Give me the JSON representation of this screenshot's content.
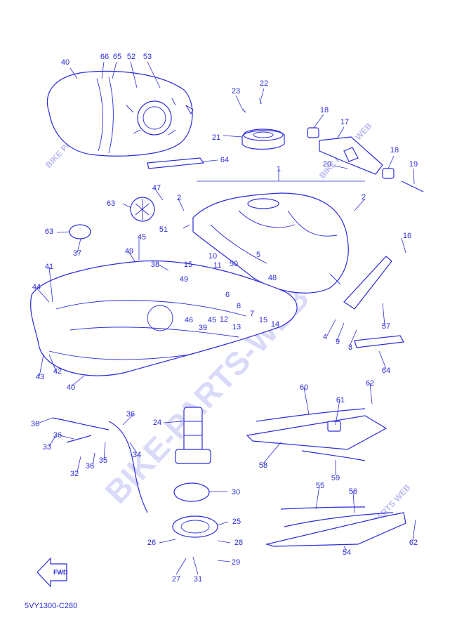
{
  "diagram_code": "5VY1300-C280",
  "fwd_label": "FWD",
  "watermark_main": "BIKE-PARTS-WEB",
  "watermark_small": "BIKE PARTS WEB",
  "callouts": [
    {
      "id": "c1",
      "text": "1"
    },
    {
      "id": "c2a",
      "text": "2"
    },
    {
      "id": "c2b",
      "text": "2"
    },
    {
      "id": "c3",
      "text": "3"
    },
    {
      "id": "c4",
      "text": "4"
    },
    {
      "id": "c5",
      "text": "5"
    },
    {
      "id": "c6",
      "text": "6"
    },
    {
      "id": "c7",
      "text": "7"
    },
    {
      "id": "c8",
      "text": "8"
    },
    {
      "id": "c9",
      "text": "9"
    },
    {
      "id": "c10",
      "text": "10"
    },
    {
      "id": "c11",
      "text": "11"
    },
    {
      "id": "c12",
      "text": "12"
    },
    {
      "id": "c13",
      "text": "13"
    },
    {
      "id": "c14",
      "text": "14"
    },
    {
      "id": "c15a",
      "text": "15"
    },
    {
      "id": "c15b",
      "text": "15"
    },
    {
      "id": "c16",
      "text": "16"
    },
    {
      "id": "c17",
      "text": "17"
    },
    {
      "id": "c18a",
      "text": "18"
    },
    {
      "id": "c18b",
      "text": "18"
    },
    {
      "id": "c19",
      "text": "19"
    },
    {
      "id": "c20",
      "text": "20"
    },
    {
      "id": "c21",
      "text": "21"
    },
    {
      "id": "c22",
      "text": "22"
    },
    {
      "id": "c23",
      "text": "23"
    },
    {
      "id": "c24",
      "text": "24"
    },
    {
      "id": "c25",
      "text": "25"
    },
    {
      "id": "c26",
      "text": "26"
    },
    {
      "id": "c27",
      "text": "27"
    },
    {
      "id": "c28",
      "text": "28"
    },
    {
      "id": "c29",
      "text": "29"
    },
    {
      "id": "c30",
      "text": "30"
    },
    {
      "id": "c31",
      "text": "31"
    },
    {
      "id": "c32",
      "text": "32"
    },
    {
      "id": "c33",
      "text": "33"
    },
    {
      "id": "c34",
      "text": "34"
    },
    {
      "id": "c35",
      "text": "35"
    },
    {
      "id": "c36a",
      "text": "36"
    },
    {
      "id": "c36b",
      "text": "36"
    },
    {
      "id": "c36c",
      "text": "36"
    },
    {
      "id": "c36d",
      "text": "36"
    },
    {
      "id": "c37",
      "text": "37"
    },
    {
      "id": "c38",
      "text": "38"
    },
    {
      "id": "c39",
      "text": "39"
    },
    {
      "id": "c40a",
      "text": "40"
    },
    {
      "id": "c40b",
      "text": "40"
    },
    {
      "id": "c41",
      "text": "41"
    },
    {
      "id": "c42",
      "text": "42"
    },
    {
      "id": "c43",
      "text": "43"
    },
    {
      "id": "c44",
      "text": "44"
    },
    {
      "id": "c45a",
      "text": "45"
    },
    {
      "id": "c45b",
      "text": "45"
    },
    {
      "id": "c46",
      "text": "46"
    },
    {
      "id": "c47",
      "text": "47"
    },
    {
      "id": "c48",
      "text": "48"
    },
    {
      "id": "c49a",
      "text": "49"
    },
    {
      "id": "c49b",
      "text": "49"
    },
    {
      "id": "c50",
      "text": "50"
    },
    {
      "id": "c51",
      "text": "51"
    },
    {
      "id": "c52",
      "text": "52"
    },
    {
      "id": "c53",
      "text": "53"
    },
    {
      "id": "c54",
      "text": "54"
    },
    {
      "id": "c55",
      "text": "55"
    },
    {
      "id": "c56",
      "text": "56"
    },
    {
      "id": "c57",
      "text": "57"
    },
    {
      "id": "c58",
      "text": "58"
    },
    {
      "id": "c59",
      "text": "59"
    },
    {
      "id": "c60",
      "text": "60"
    },
    {
      "id": "c61",
      "text": "61"
    },
    {
      "id": "c62a",
      "text": "62"
    },
    {
      "id": "c62b",
      "text": "62"
    },
    {
      "id": "c63a",
      "text": "63"
    },
    {
      "id": "c63b",
      "text": "63"
    },
    {
      "id": "c64a",
      "text": "64"
    },
    {
      "id": "c64b",
      "text": "64"
    },
    {
      "id": "c65",
      "text": "65"
    },
    {
      "id": "c66",
      "text": "66"
    }
  ]
}
